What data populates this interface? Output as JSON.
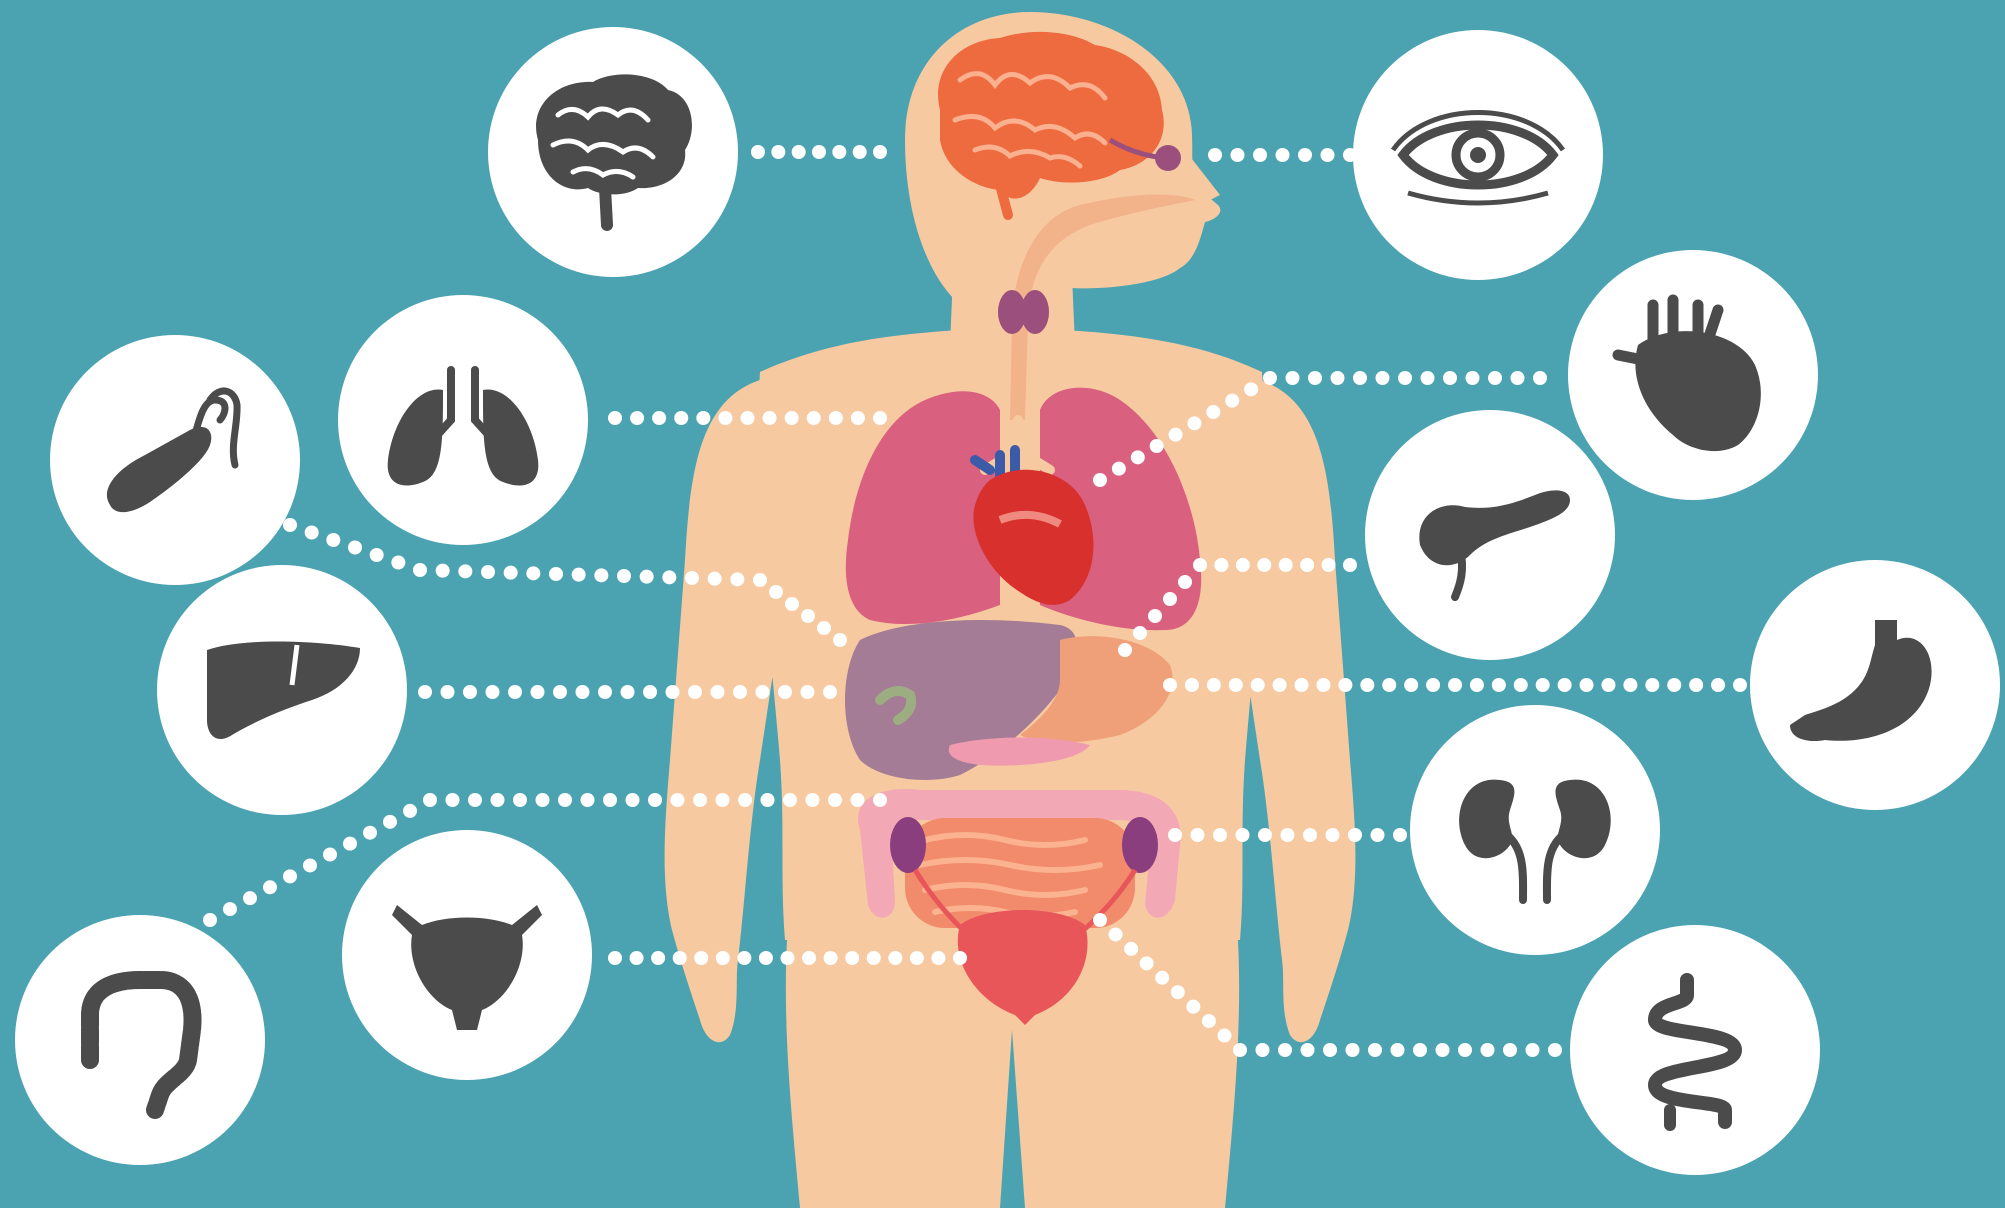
{
  "colors": {
    "background": "#4ba3b1",
    "skin": "#f7c9a1",
    "skin_shadow": "#efb98d",
    "circle": "#ffffff",
    "icon": "#4b4b4b",
    "dots": "#ffffff",
    "brain": "#ee6a3f",
    "lungs": "#d9607f",
    "heart": "#d8302d",
    "liver": "#a57c95",
    "stomach": "#f0a078",
    "pancreas": "#e8a37e",
    "intestine": "#f28b6b",
    "colon": "#f3a8b6",
    "kidney": "#8b3e7e",
    "bladder": "#e8565a",
    "thyroid": "#9a4f7d"
  },
  "organs": [
    {
      "id": "brain",
      "icon": "brain-icon"
    },
    {
      "id": "eye",
      "icon": "eye-icon"
    },
    {
      "id": "lungs",
      "icon": "lungs-icon"
    },
    {
      "id": "heart",
      "icon": "heart-icon"
    },
    {
      "id": "gallbladder",
      "icon": "gallbladder-icon"
    },
    {
      "id": "pancreas",
      "icon": "pancreas-icon"
    },
    {
      "id": "liver",
      "icon": "liver-icon"
    },
    {
      "id": "stomach",
      "icon": "stomach-icon"
    },
    {
      "id": "kidneys",
      "icon": "kidneys-icon"
    },
    {
      "id": "colon",
      "icon": "colon-icon"
    },
    {
      "id": "bladder",
      "icon": "bladder-icon"
    },
    {
      "id": "small-intestine",
      "icon": "small-intestine-icon"
    }
  ]
}
